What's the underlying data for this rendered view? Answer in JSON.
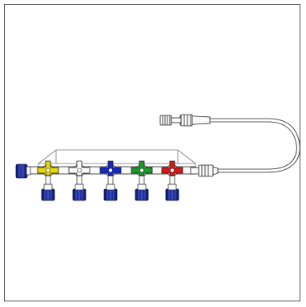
{
  "figure": {
    "subject": "manifold-with-extension-line",
    "stopcocks": [
      {
        "name": "stopcock-yellow",
        "color": "#e6d800"
      },
      {
        "name": "stopcock-white",
        "color": "#ffffff"
      },
      {
        "name": "stopcock-blue",
        "color": "#1428c8"
      },
      {
        "name": "stopcock-green",
        "color": "#1a9a2a"
      },
      {
        "name": "stopcock-red",
        "color": "#d81818"
      }
    ],
    "cap_color": "#1a2a9a",
    "outline_color": "#222222"
  }
}
